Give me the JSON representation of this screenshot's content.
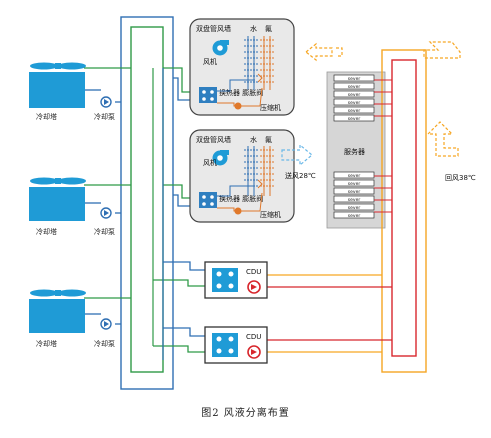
{
  "cooling": {
    "tower_label": "冷却塔",
    "pump_label": "冷却泵"
  },
  "units": {
    "unit_title": "双盘管风墙",
    "water": "水",
    "fluorine": "氟",
    "fan": "风机",
    "heat_exchanger_valve": "换热器 膨胀阀",
    "compressor": "压缩机"
  },
  "airflow": {
    "supply": "送风28℃",
    "return": "回风38℃"
  },
  "rack": {
    "title": "服务器",
    "server_label": "sever",
    "top_group_count": 6,
    "bottom_group_count": 6
  },
  "cdu": {
    "label": "CDU"
  },
  "caption": "图2   风液分离布置",
  "colors": {
    "tower_blue": "#1f9bd6",
    "loop_blue": "#2f6fb3",
    "loop_green": "#2f9a48",
    "hot_red": "#d8272d",
    "warm_orange": "#f6a623",
    "supply_blue": "#6ab8e8",
    "rack_gray": "#d0d0d0"
  }
}
